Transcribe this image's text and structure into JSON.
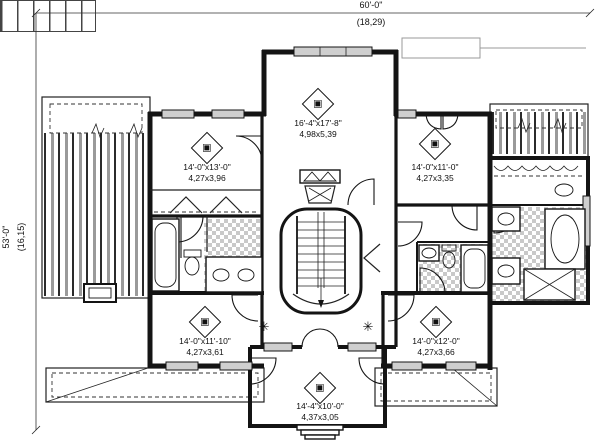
{
  "plan": {
    "overall": {
      "width_ft": "60'-0\"",
      "width_m": "(18,29)",
      "depth_ft": "53'-0\"",
      "depth_m": "(16,15)"
    },
    "rooms": {
      "top_left": {
        "size_ft": "14'-0\"x13'-0\"",
        "size_m": "4,27x3,96"
      },
      "top_center": {
        "size_ft": "16'-4\"x17'-8\"",
        "size_m": "4,98x5,39"
      },
      "top_right": {
        "size_ft": "14'-0\"x11'-0\"",
        "size_m": "4,27x3,35"
      },
      "bottom_left": {
        "size_ft": "14'-0\"x11'-10\"",
        "size_m": "4,27x3,61"
      },
      "bottom_right": {
        "size_ft": "14'-0\"x12'-0\"",
        "size_m": "4,27x3,66"
      },
      "bottom_center": {
        "size_ft": "14'-4\"x10'-0\"",
        "size_m": "4,37x3,05"
      }
    },
    "icons": {
      "room_marker": "▣",
      "ceiling_fan": "✳"
    },
    "colors": {
      "line": "#141414",
      "window_fill": "#cfcfcf",
      "roof_stripe": "#9a9a9a",
      "tile": "#c9c9c9"
    }
  }
}
